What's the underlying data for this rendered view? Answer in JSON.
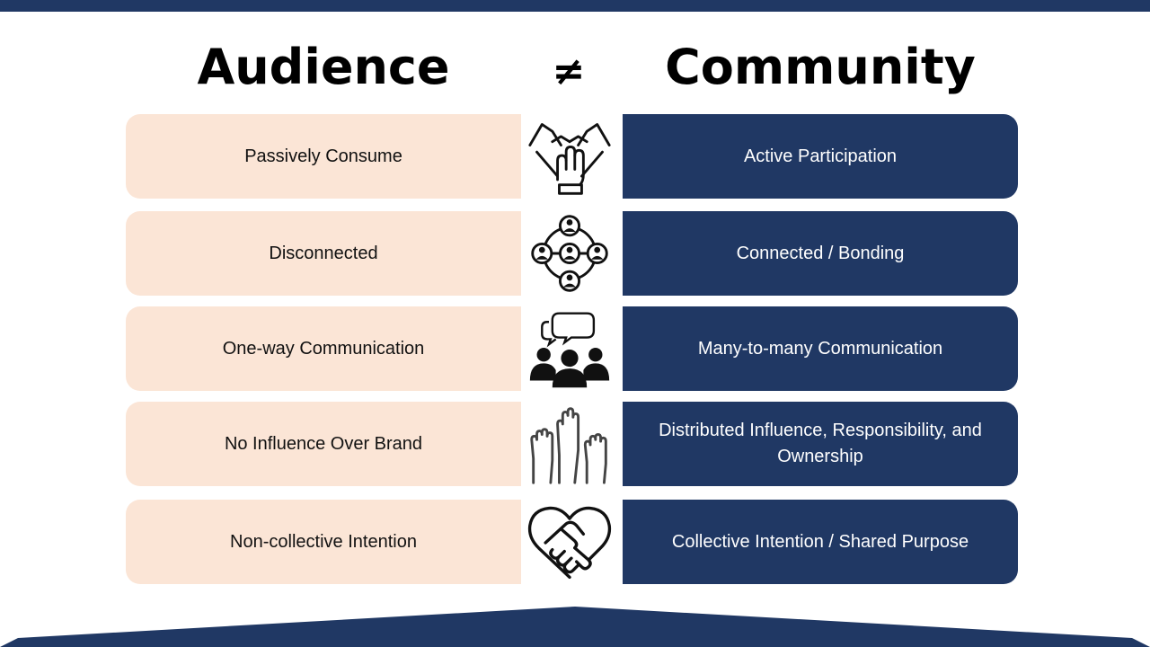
{
  "header": {
    "left_title": "Audience",
    "symbol": "≠",
    "right_title": "Community"
  },
  "rows": [
    {
      "left": "Passively Consume",
      "icon": "hands-together-icon",
      "right": "Active Participation"
    },
    {
      "left": "Disconnected",
      "icon": "people-network-icon",
      "right": "Connected / Bonding"
    },
    {
      "left": "One-way Communication",
      "icon": "group-chat-icon",
      "right": "Many-to-many Communication"
    },
    {
      "left": "No Influence Over Brand",
      "icon": "raised-hands-icon",
      "right": "Distributed Influence, Responsibility, and Ownership"
    },
    {
      "left": "Non-collective Intention",
      "icon": "heart-handshake-icon",
      "right": "Collective Intention / Shared Purpose"
    }
  ],
  "colors": {
    "navy": "#203864",
    "peach": "#fbe5d6"
  }
}
